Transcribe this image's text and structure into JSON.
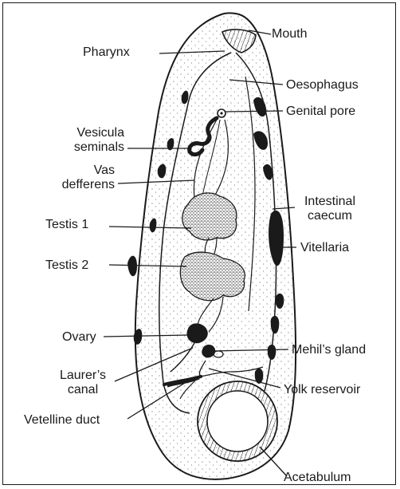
{
  "labels": {
    "mouth": "Mouth",
    "pharynx": "Pharynx",
    "oesophagus": "Oesophagus",
    "genital_pore": "Genital pore",
    "vesicula_line1": "Vesicula",
    "vesicula_line2": "seminals",
    "vas_line1": "Vas",
    "vas_line2": "defferens",
    "intestinal_line1": "Intestinal",
    "intestinal_line2": "caecum",
    "testis1": "Testis 1",
    "vitellaria": "Vitellaria",
    "testis2": "Testis 2",
    "ovary": "Ovary",
    "mehils_gland": "Mehil’s gland",
    "laurers_line1": "Laurer’s",
    "laurers_line2": "canal",
    "yolk_reservoir": "Yolk reservoir",
    "vetelline_duct": "Vetelline duct",
    "acetabulum": "Acetabulum"
  },
  "colors": {
    "ink": "#1a1a1a",
    "background": "#ffffff"
  }
}
